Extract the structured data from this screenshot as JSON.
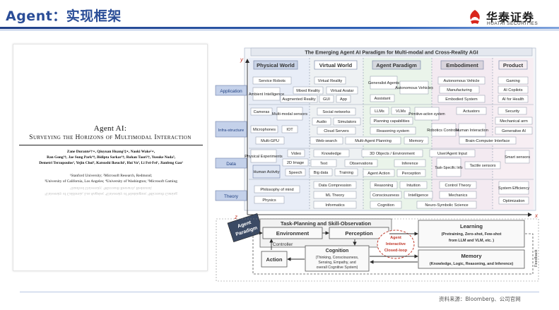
{
  "header": {
    "title": "Agent：实现框架",
    "logo_cn": "华泰证券",
    "logo_en": "HUATAI SECURITIES"
  },
  "paper": {
    "title": "Agent AI:",
    "subtitle": "Surveying the Horizons of Multimodal Interaction",
    "authors_line1": "Zane Durante¹†⋆, Qiuyuan Huang²‡⋆, Naoki Wake²⋆,",
    "authors_line2": "Ran Gong³†, Jae Sung Park⁴†, Bidipta Sarkar¹†, Rohan Taori¹†, Yusuke Noda⁵,",
    "authors_line3": "Demetri Terzopoulos³, Yejin Choi⁴, Katsushi Ikeuchi², Hoi Vo⁵, Li Fei-Fei¹, Jianfeng Gao²",
    "aff_line1": "¹Stanford University; ²Microsoft Research, Redmond;",
    "aff_line2": "³University of California, Los Angeles; ⁴University of Washington; ⁵Microsoft Gaming"
  },
  "figure": {
    "title": "The Emerging Agent AI Paradigm for Multi-modal and Cross-Reality AGI",
    "axis_y": "y",
    "axis_x": "x",
    "axis_z": "z",
    "columns": [
      "Physical World",
      "Virtual World",
      "Agent Paradigm",
      "Embodiment",
      "Product"
    ],
    "rows": [
      "Application",
      "Infra-structure",
      "Data",
      "Theory"
    ],
    "application": {
      "physical": [
        "Service Robots",
        "Ambient Intelligence"
      ],
      "virtual": [
        "Virtual Reality",
        "Mixed Reality",
        "Virtual Avatar",
        "Augmented Reality",
        "GUI",
        "App"
      ],
      "agent": [
        "Generalist Agents",
        "Autonomous Vehicles",
        "Assistant"
      ],
      "embodiment": [
        "Autonomous Vehicle",
        "Manufacturing",
        "Embodied System"
      ],
      "product": [
        "Gaming",
        "AI Copilots",
        "AI for Health"
      ]
    },
    "infrastructure": {
      "physical": [
        "Cameras",
        "Multi-modal sensors",
        "Microphones",
        "IOT",
        "Multi-GPU"
      ],
      "virtual": [
        "Social networks",
        "Audio",
        "Simulators",
        "Cloud Servers",
        "Web-search"
      ],
      "agent": [
        "LLMs",
        "VLMs",
        "Primitive-action system",
        "Planning capabilities",
        "Reasoning system",
        "Multi-Agent Planning",
        "Memory"
      ],
      "embodiment": [
        "Actuators",
        "Robotics Controller",
        "Human Interaction",
        "Brain-Computer Interface"
      ],
      "product": [
        "Security",
        "Mechanical arm",
        "Generative AI"
      ]
    },
    "data": {
      "physical": [
        "Physical Experiments",
        "Video",
        "2D Image",
        "Human Activity",
        "Speech"
      ],
      "virtual": [
        "Knowledge",
        "Text",
        "Observations",
        "Big data",
        "Training"
      ],
      "agent": [
        "3D Objects / Environment",
        "Inference",
        "Agent Action",
        "Perception"
      ],
      "embodiment": [
        "User/Agent Input",
        "Task-Specific Info",
        "Tactile sensors"
      ],
      "product": [
        "Smart sensors"
      ]
    },
    "theory": {
      "physical": [
        "Philosophy of mind",
        "Physics"
      ],
      "virtual": [
        "Data Compression",
        "ML Theory",
        "Informatics"
      ],
      "agent": [
        "Reasoning",
        "Intuition",
        "Consciousness",
        "Intelligence",
        "Cognition",
        "Neuro-Symbolic Science"
      ],
      "embodiment": [
        "Control Theory",
        "Mechanics"
      ],
      "product": [
        "System Efficiency",
        "Optimization"
      ]
    },
    "paradigm": {
      "tag": [
        "Agent",
        "Paradigm"
      ],
      "task_planning": "Task-Planning and Skill-Observation",
      "environment": "Environment",
      "perception": "Perception",
      "controller": "Controller",
      "action": "Action",
      "cognition_title": "Cognition",
      "cognition_body": [
        "(Thinking, Consciousness,",
        "Sensing, Empathy, and",
        "overall Cognitive System)"
      ],
      "closed_loop": [
        "Agent",
        "Interactive",
        "Closed-loop"
      ],
      "learning_title": "Learning",
      "learning_body": [
        "(Pretraining, Zero-shot, Few-shot",
        "from LLM and VLM, etc. )"
      ],
      "memory_title": "Memory",
      "memory_body": "(Knowledge, Logic, Reasoning, and Inference)",
      "feedback": "Feedback"
    }
  },
  "source": "资料来源：Bloomberg、公司官网"
}
